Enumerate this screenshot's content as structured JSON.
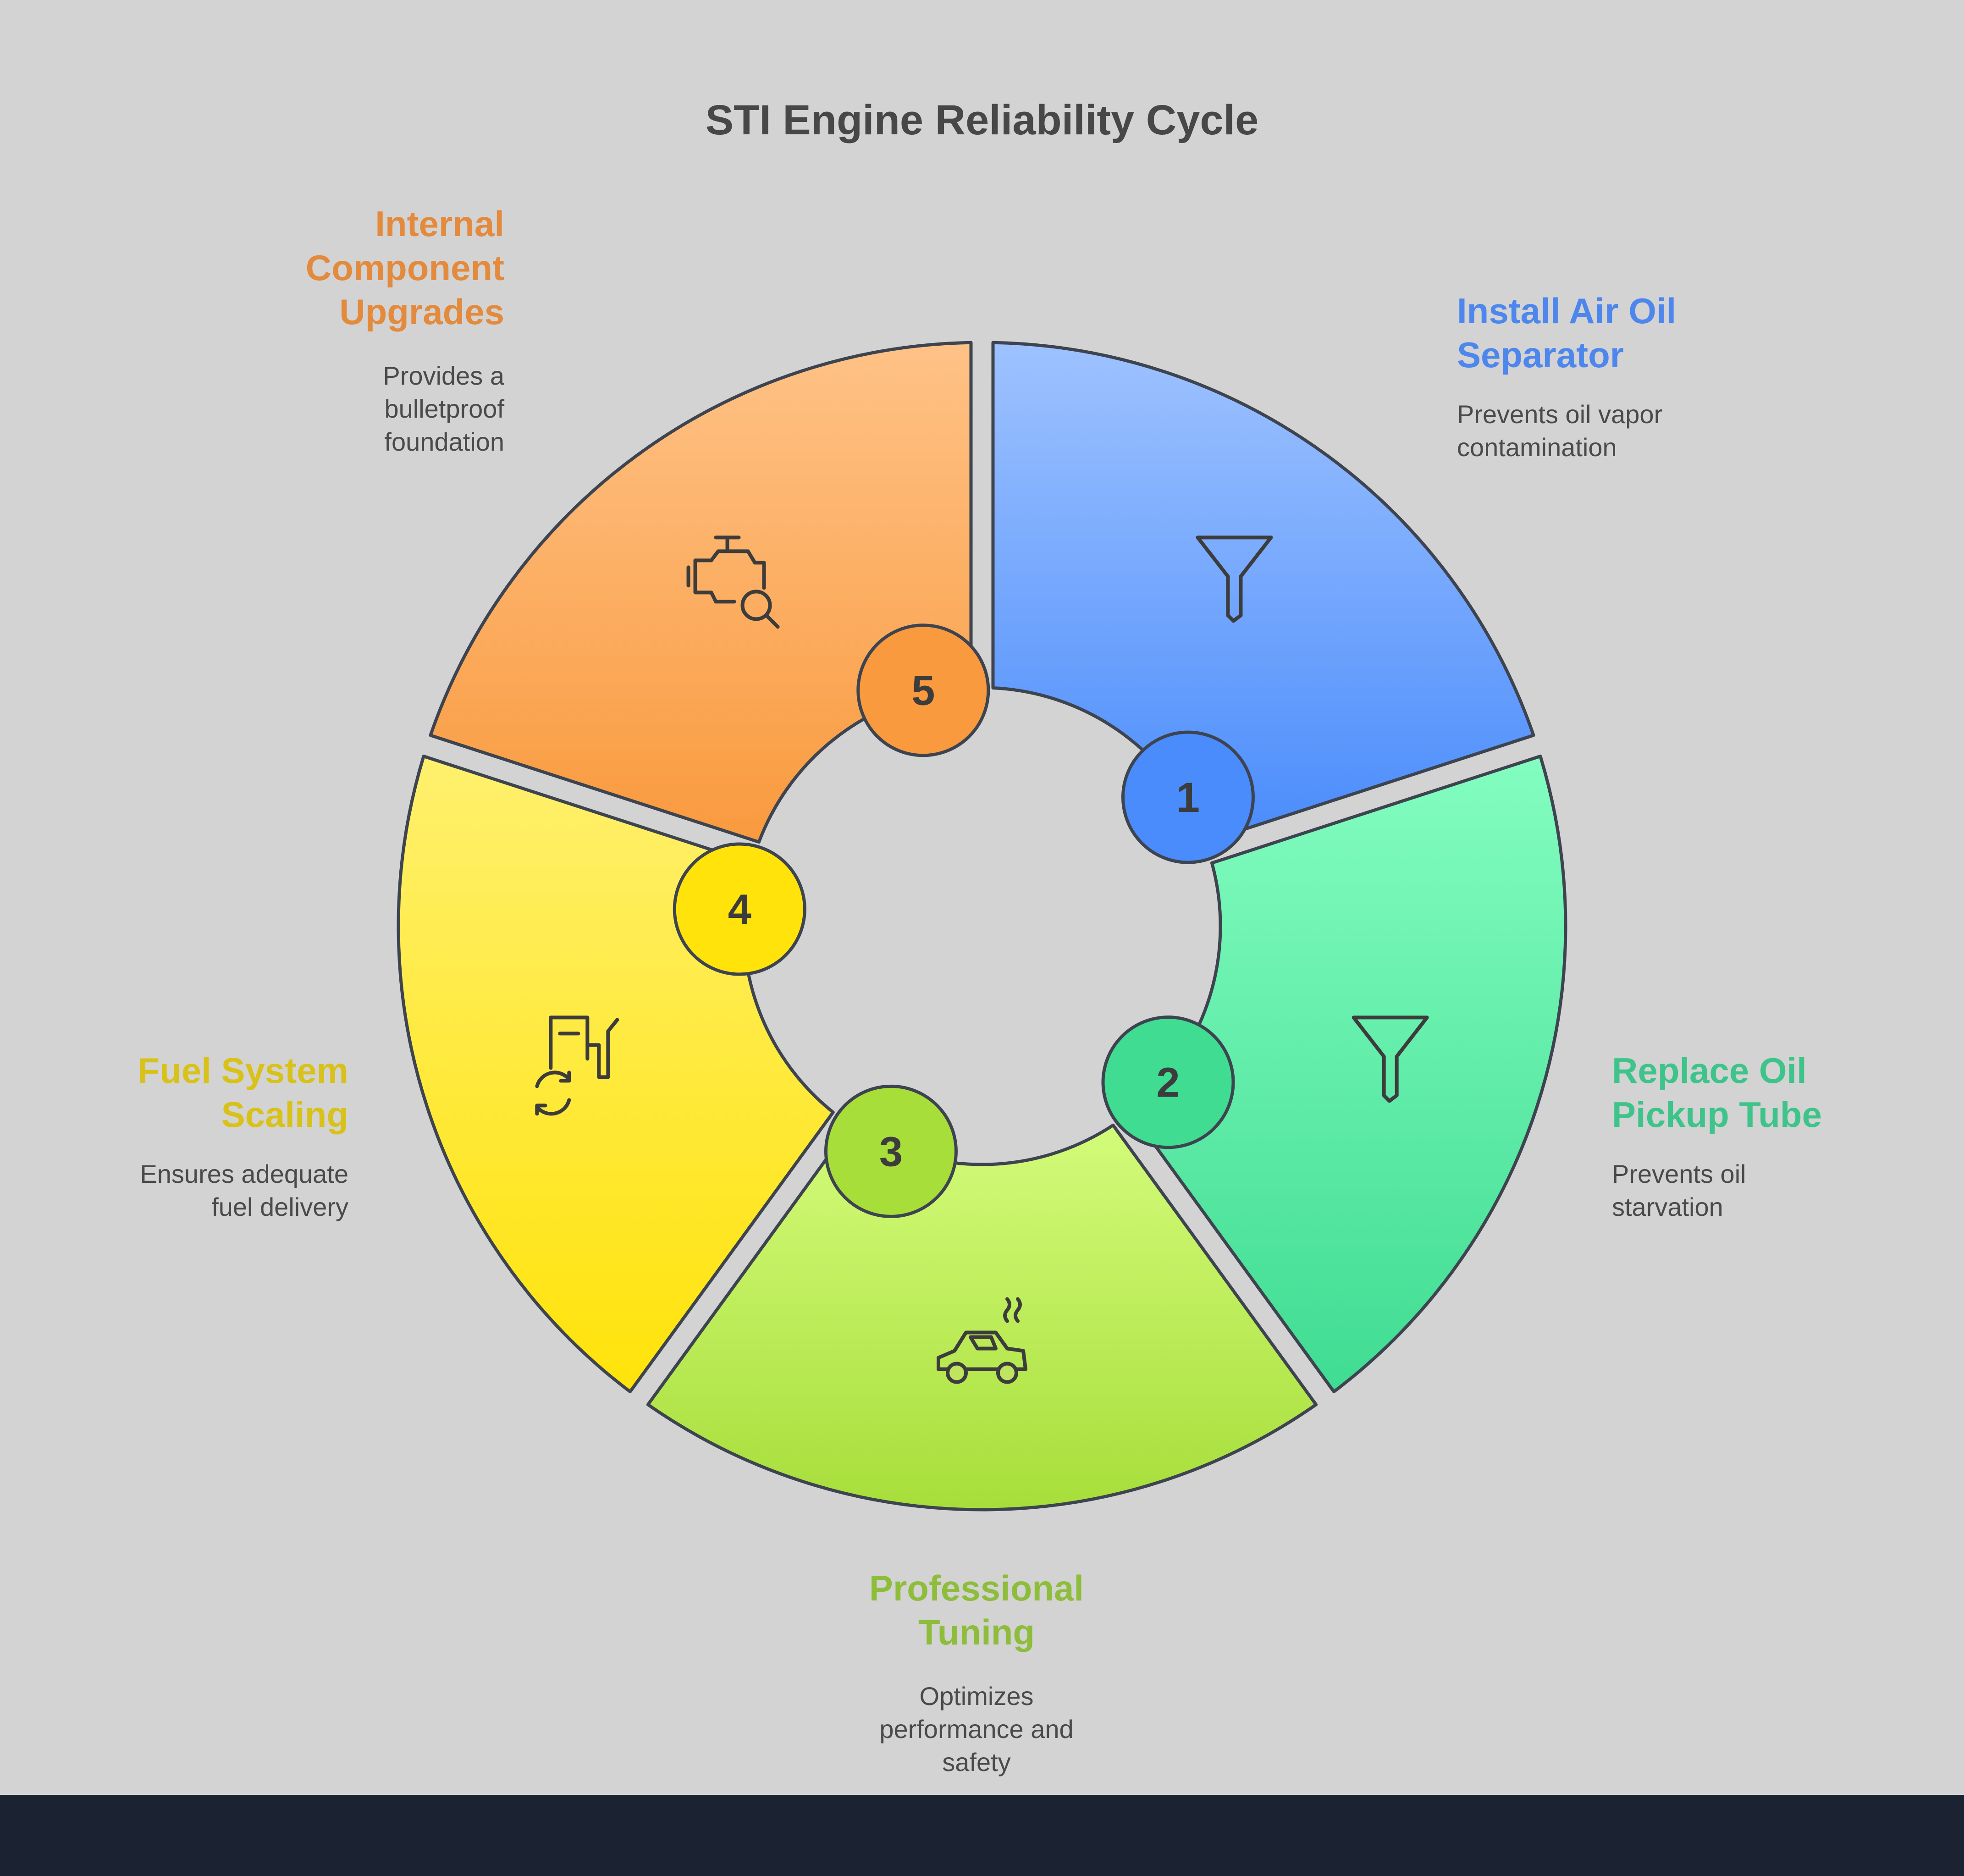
{
  "title": "STI Engine Reliability Cycle",
  "colors": {
    "background": "#d3d3d3",
    "footer": "#1b2231",
    "outline": "#3d4450"
  },
  "steps": [
    {
      "number": "1",
      "title": "Install Air Oil Separator",
      "description": "Prevents oil vapor contamination",
      "icon": "funnel-icon",
      "accent": "#4d86ec",
      "fill_top": "#9ec2ff",
      "fill_bottom": "#4a8cfb"
    },
    {
      "number": "2",
      "title": "Replace Oil Pickup Tube",
      "description": "Prevents oil starvation",
      "icon": "funnel-icon",
      "accent": "#3ec48a",
      "fill_top": "#83fdc0",
      "fill_bottom": "#40dc92"
    },
    {
      "number": "3",
      "title": "Professional Tuning",
      "description": "Optimizes performance and safety",
      "icon": "car-engine-steam-icon",
      "accent": "#8dbd3a",
      "fill_top": "#d3fb7a",
      "fill_bottom": "#a7de3a"
    },
    {
      "number": "4",
      "title": "Fuel System Scaling",
      "description": "Ensures adequate fuel delivery",
      "icon": "fuel-pump-refresh-icon",
      "accent": "#d8c21a",
      "fill_top": "#fff06e",
      "fill_bottom": "#ffe30a"
    },
    {
      "number": "5",
      "title": "Internal Component Upgrades",
      "description": "Provides a bulletproof foundation",
      "icon": "engine-inspect-icon",
      "accent": "#e38a3c",
      "fill_top": "#ffc287",
      "fill_bottom": "#f99a3e"
    }
  ]
}
